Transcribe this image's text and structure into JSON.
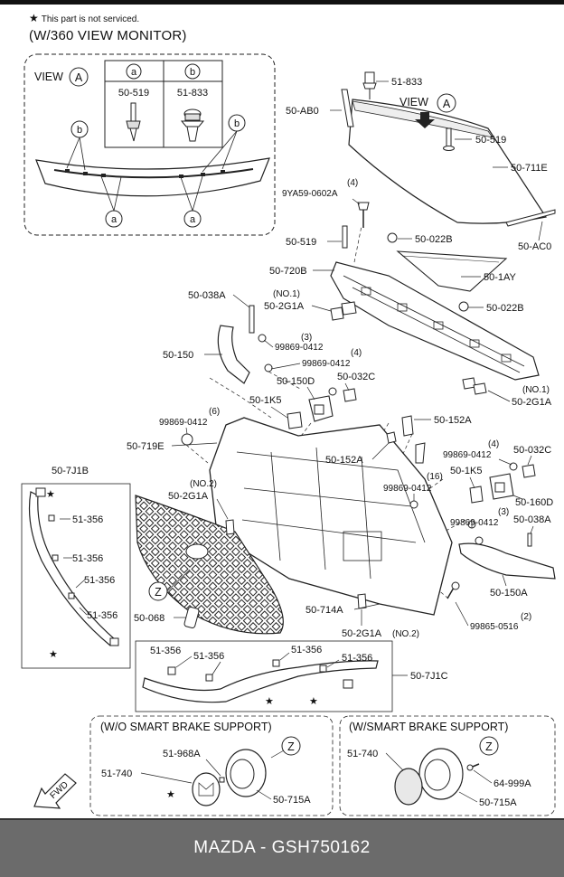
{
  "header": {
    "note": "This part is not serviced.",
    "variant": "(W/360 VIEW MONITOR)"
  },
  "inset": {
    "view_label": "VIEW",
    "view_letter": "A",
    "callout_a": "a",
    "callout_b": "b",
    "table": [
      {
        "key": "a",
        "part": "50-519"
      },
      {
        "key": "b",
        "part": "51-833"
      }
    ]
  },
  "upper": {
    "view_label": "VIEW",
    "view_letter": "A",
    "labels": [
      "51-833",
      "50-AB0",
      "50-519",
      "50-711E",
      "9YA59-0602A",
      "50-AC0",
      "50-519",
      "50-022B",
      "50-720B",
      "50-1AY",
      "50-038A",
      "50-022B",
      "50-2G1A",
      "50-150",
      "99869-0412",
      "99869-0412",
      "50-150D",
      "50-032C",
      "50-1K5",
      "50-2G1A",
      "99869-0412"
    ],
    "qty": [
      "(4)",
      "(NO.1)",
      "(3)",
      "(4)",
      "(NO.1)",
      "(6)"
    ]
  },
  "center": {
    "labels": [
      "50-719E",
      "50-152A",
      "50-152A",
      "99869-0412",
      "50-032C",
      "50-1K5",
      "50-2G1A",
      "99869-0412",
      "50-160D",
      "99869-0412",
      "50-038A",
      "50-150A",
      "50-714A",
      "50-068",
      "50-2G1A",
      "99865-0516"
    ],
    "qty": [
      "(4)",
      "(NO.2)",
      "(16)",
      "(3)",
      "(2)",
      "(NO.2)"
    ],
    "z": "Z"
  },
  "left_trim": {
    "part": "50-7J1B",
    "clips": [
      "51-356",
      "51-356",
      "51-356",
      "51-356"
    ]
  },
  "bottom_trim": {
    "part": "50-7J1C",
    "clips": [
      "51-356",
      "51-356",
      "51-356",
      "51-356"
    ]
  },
  "panels": [
    {
      "title": "(W/O SMART BRAKE SUPPORT)",
      "z": "Z",
      "labels": [
        "51-968A",
        "51-740",
        "50-715A"
      ]
    },
    {
      "title": "(W/SMART BRAKE SUPPORT)",
      "z": "Z",
      "labels": [
        "51-740",
        "64-999A",
        "50-715A"
      ]
    }
  ],
  "fwd": "FWD",
  "footer": "MAZDA - GSH750162"
}
